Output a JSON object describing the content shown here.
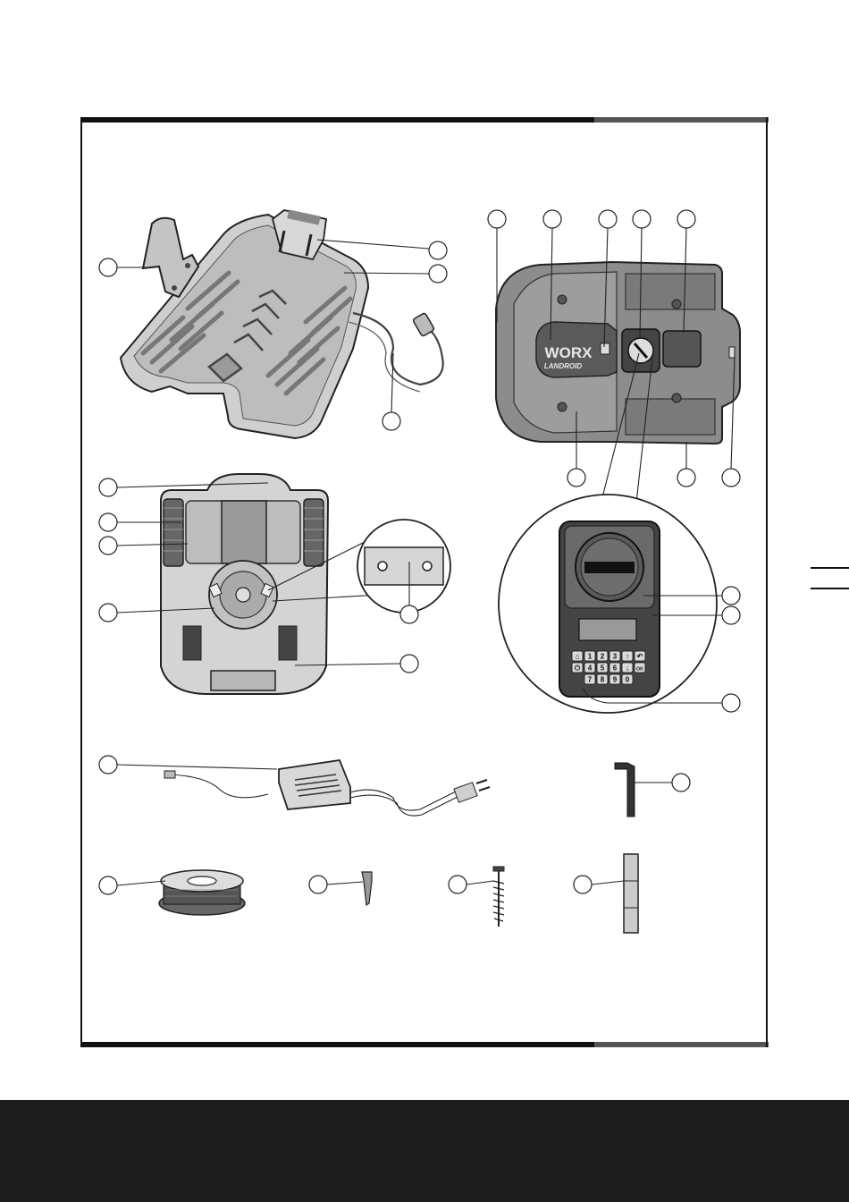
{
  "product": {
    "brand_logo": "WORX",
    "logo_subtitle": "LANDROID"
  },
  "colors": {
    "frame": "#111111",
    "footer_band": "#1d1d1d",
    "base_grey": "#c9c9c9",
    "mower_grey": "#8a8a8a",
    "keypad_dark": "#2b2b2b"
  },
  "keypad": {
    "keys": [
      "1",
      "2",
      "3",
      "4",
      "5",
      "6",
      "7",
      "8",
      "9",
      "0",
      "OK"
    ]
  },
  "icons": {
    "home": "home-icon",
    "up": "arrow-up-icon",
    "down": "arrow-down-icon",
    "back": "back-icon",
    "power": "power-icon"
  }
}
